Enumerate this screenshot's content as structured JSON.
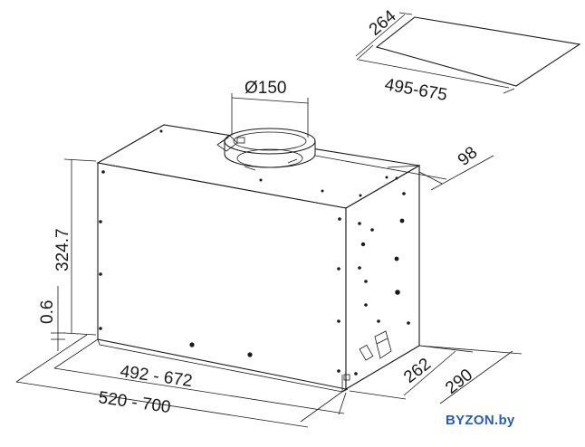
{
  "dimensions": {
    "cutout_depth": "264",
    "cutout_width": "495-675",
    "duct_diameter": "Ø150",
    "duct_offset": "98",
    "height": "324.7",
    "bottom_gap": "0.6",
    "inner_width": "492 - 672",
    "outer_width": "520 - 700",
    "inner_depth": "262",
    "outer_depth": "290"
  },
  "watermark": "BYZON.by",
  "colors": {
    "line": "#1a1a1a",
    "watermark": "#2a5db0",
    "background": "#ffffff"
  }
}
